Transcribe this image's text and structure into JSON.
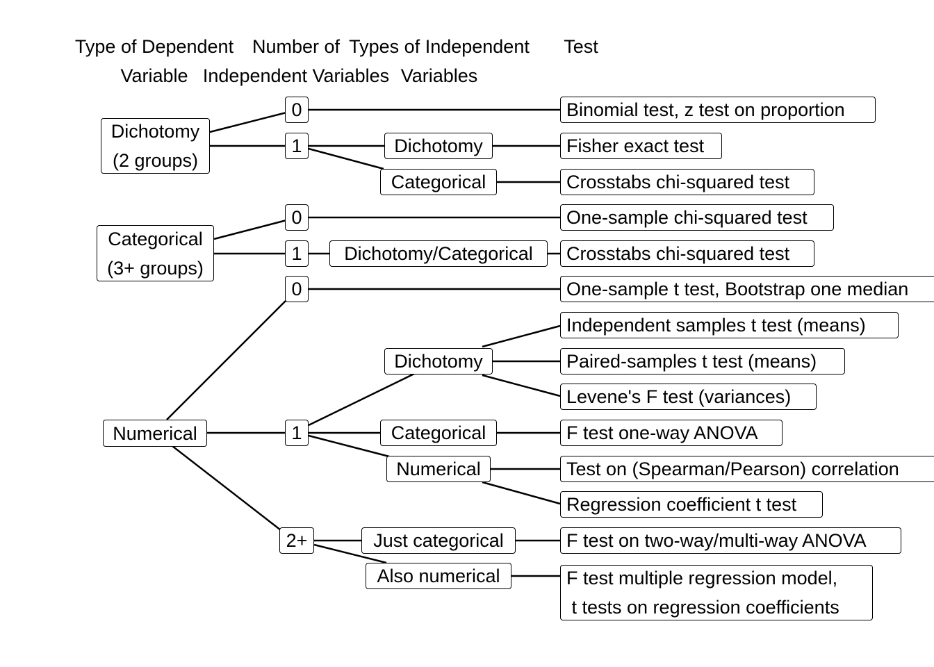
{
  "headers": {
    "dependent": "Type of Dependent\nVariable",
    "number": "Number of\nIndependent Variables",
    "types": "Types of Independent\nVariables",
    "test": "Test"
  },
  "nodes": {
    "dv_dichotomy": "Dichotomy\n(2 groups)",
    "dv_categorical": "Categorical\n(3+ groups)",
    "dv_numerical": "Numerical",
    "n_dich_0": "0",
    "n_dich_1": "1",
    "n_cat_0": "0",
    "n_cat_1": "1",
    "n_num_0": "0",
    "n_num_1": "1",
    "n_num_2": "2+",
    "t_dich_dich": "Dichotomy",
    "t_dich_cat": "Categorical",
    "t_cat_dc": "Dichotomy/Categorical",
    "t_num_dich": "Dichotomy",
    "t_num_cat": "Categorical",
    "t_num_num": "Numerical",
    "t_num_justcat": "Just categorical",
    "t_num_alsonum": "Also numerical",
    "test_binomial": "Binomial test, z test on proportion",
    "test_fisher": "Fisher exact test",
    "test_crosstabs1": "Crosstabs chi-squared test",
    "test_onesample_chi": "One-sample chi-squared test",
    "test_crosstabs2": "Crosstabs chi-squared test",
    "test_onesample_t": "One-sample t test, Bootstrap one median",
    "test_indep_t": "Independent samples t test (means)",
    "test_paired_t": "Paired-samples t test (means)",
    "test_levene": "Levene's F test (variances)",
    "test_anova1": "F test one-way ANOVA",
    "test_correlation": "Test on (Spearman/Pearson) correlation",
    "test_regcoef": "Regression coefficient t test",
    "test_anova2": "F test on two-way/multi-way ANOVA",
    "test_multreg": "F test multiple regression model,\n t tests on regression coefficients"
  }
}
